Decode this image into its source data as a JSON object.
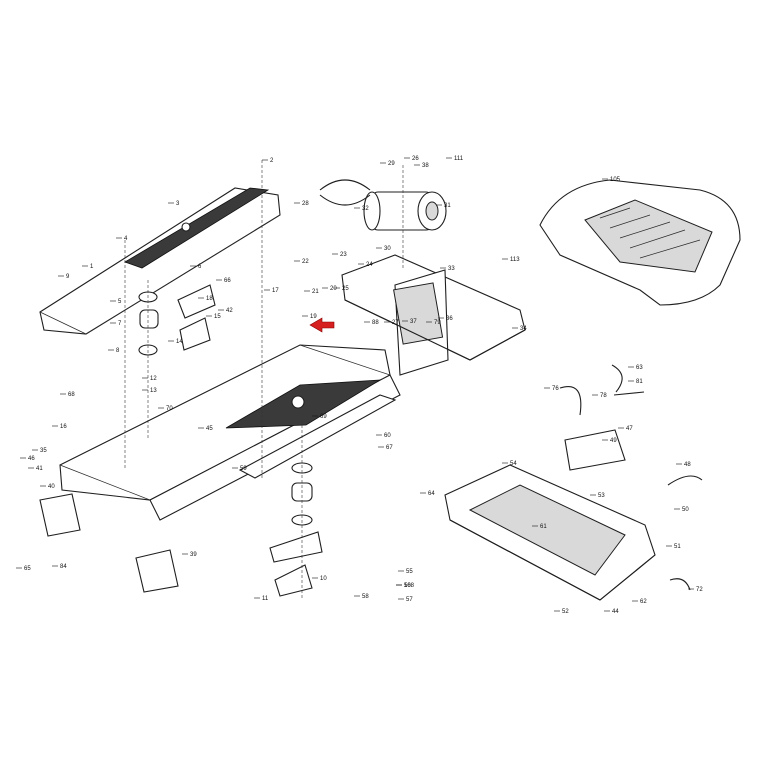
{
  "diagram": {
    "callouts": [
      "1",
      "2",
      "3",
      "4",
      "5",
      "6",
      "7",
      "8",
      "9",
      "10",
      "11",
      "12",
      "13",
      "14",
      "15",
      "16",
      "17",
      "18",
      "19",
      "20",
      "21",
      "22",
      "23",
      "24",
      "25",
      "26",
      "27",
      "28",
      "29",
      "30",
      "31",
      "32",
      "33",
      "34",
      "35",
      "36",
      "37",
      "38",
      "39",
      "40",
      "41",
      "42",
      "44",
      "45",
      "46",
      "47",
      "48",
      "49",
      "50",
      "51",
      "52",
      "53",
      "54",
      "55",
      "56",
      "57",
      "58",
      "59",
      "60",
      "61",
      "62",
      "63",
      "64",
      "65",
      "66",
      "67",
      "68",
      "69",
      "70",
      "72",
      "76",
      "78",
      "79",
      "81",
      "84",
      "88",
      "105",
      "108",
      "111",
      "113",
      "114"
    ],
    "colors": {
      "line": "#1f1f1f",
      "tread": "#3a3a3a",
      "highlight_arrow": "#d62020"
    }
  }
}
